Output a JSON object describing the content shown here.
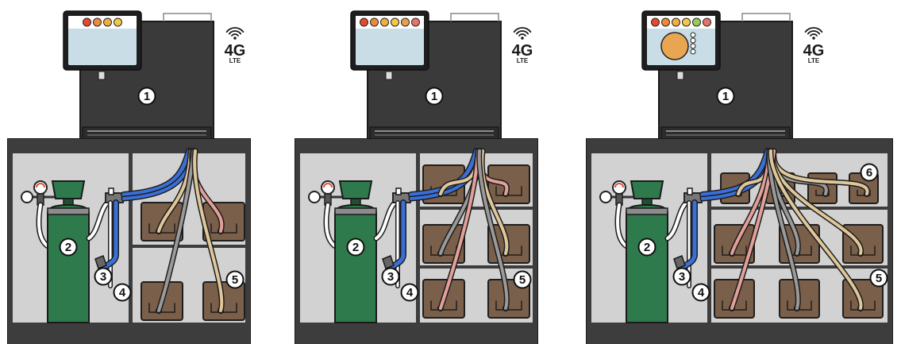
{
  "colors": {
    "machine_body": "#3a3a3a",
    "cabinet_frame": "#3d3d3d",
    "cabinet_interior": "#d2d2d2",
    "gas_tank": "#2f7a4c",
    "box": "#7a5f4a",
    "tube_blue": "#3b6fd8",
    "tube_tan": "#e0c79a",
    "tube_pink": "#e3a098",
    "tube_grey": "#9a9a9a",
    "screen": "#c9dde6"
  },
  "panels": [
    {
      "id": "panel-1",
      "lte": {
        "big": "4G",
        "small": "LTE"
      },
      "screen_dots": [
        "#e64a2e",
        "#ef8a3c",
        "#f0b040",
        "#f3c84a"
      ],
      "screen_circle": false,
      "badges": [
        "1",
        "2",
        "3",
        "4",
        "5"
      ]
    },
    {
      "id": "panel-2",
      "lte": {
        "big": "4G",
        "small": "LTE"
      },
      "screen_dots": [
        "#e64a2e",
        "#ef8a3c",
        "#f0b040",
        "#f3c84a",
        "#e9a04a",
        "#e7746a"
      ],
      "screen_circle": false,
      "badges": [
        "1",
        "2",
        "3",
        "4",
        "5"
      ]
    },
    {
      "id": "panel-3",
      "lte": {
        "big": "4G",
        "small": "LTE"
      },
      "screen_dots": [
        "#e64a2e",
        "#ef8a3c",
        "#f0b040",
        "#f3c84a",
        "#9acb58",
        "#e7746a"
      ],
      "screen_circle": true,
      "badges": [
        "1",
        "2",
        "3",
        "4",
        "5",
        "6"
      ]
    }
  ]
}
